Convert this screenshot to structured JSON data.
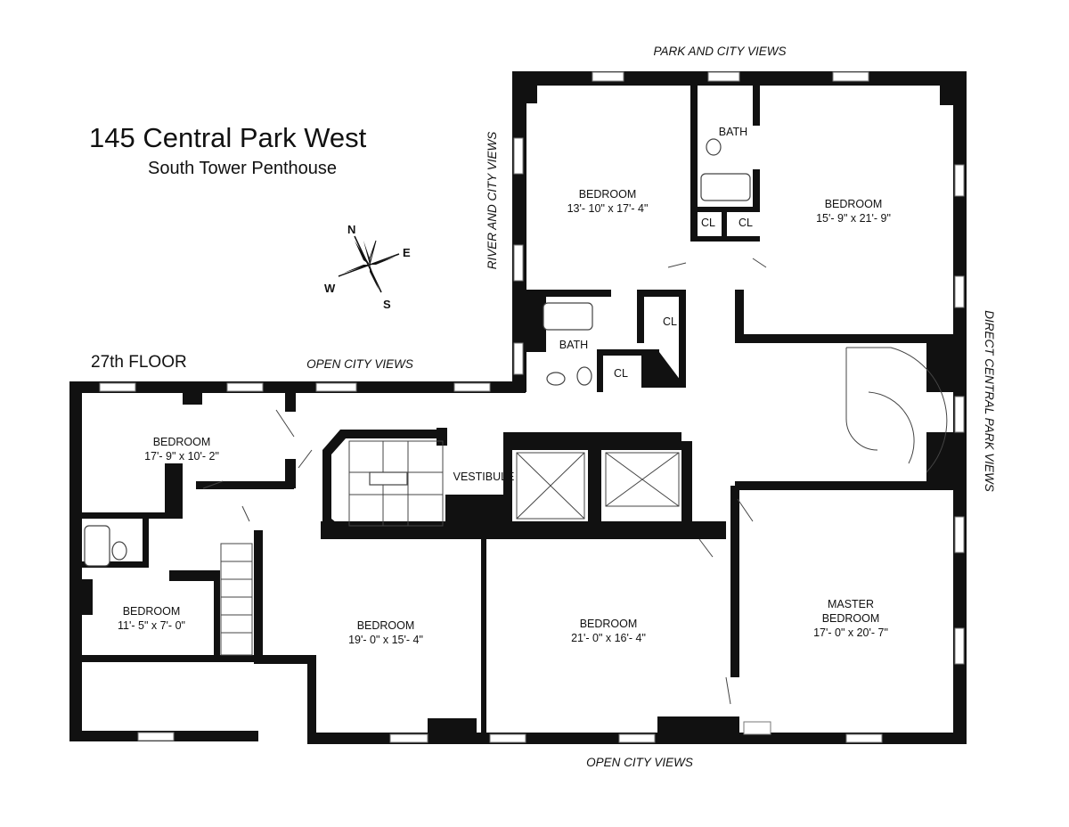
{
  "title": "145 Central Park West",
  "subtitle": "South Tower Penthouse",
  "floor_label": "27th FLOOR",
  "compass": {
    "n": "N",
    "e": "E",
    "s": "S",
    "w": "W"
  },
  "views": {
    "top": "PARK AND CITY VIEWS",
    "left_tower": "RIVER AND CITY VIEWS",
    "upper_left": "OPEN CITY VIEWS",
    "right": "DIRECT CENTRAL PARK VIEWS",
    "bottom": "OPEN CITY VIEWS"
  },
  "rooms": [
    {
      "name": "BEDROOM",
      "dims": "13'- 10\" x 17'- 4\""
    },
    {
      "name": "BEDROOM",
      "dims": "15'- 9\" x 21'- 9\""
    },
    {
      "name": "BEDROOM",
      "dims": "17'- 9\" x 10'- 2\""
    },
    {
      "name": "BEDROOM",
      "dims": "11'- 5\" x 7'- 0\""
    },
    {
      "name": "BEDROOM",
      "dims": "19'- 0\" x 15'- 4\""
    },
    {
      "name": "BEDROOM",
      "dims": "21'- 0\" x 16'- 4\""
    },
    {
      "name": "MASTER",
      "name2": "BEDROOM",
      "dims": "17'- 0\" x 20'- 7\""
    }
  ],
  "small_rooms": {
    "bath_upper": "BATH",
    "bath_lower": "BATH",
    "vestibule": "VESTIBULE",
    "closet_1": "CL",
    "closet_2": "CL",
    "closet_3": "CL",
    "closet_4": "CL"
  }
}
